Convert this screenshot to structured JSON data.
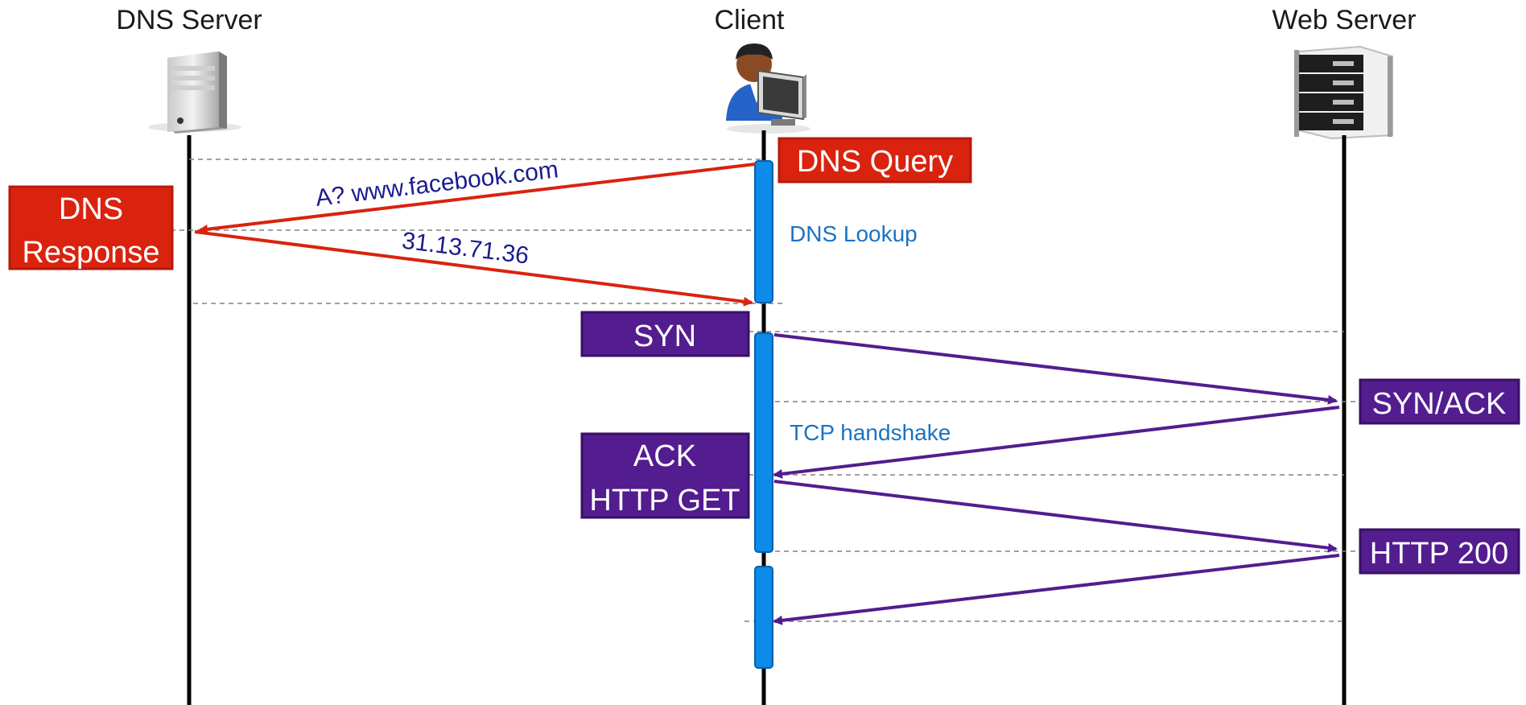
{
  "actors": {
    "dns_server": {
      "title": "DNS Server",
      "icon": "tower-server-icon"
    },
    "client": {
      "title": "Client",
      "icon": "user-at-computer-icon"
    },
    "web_server": {
      "title": "Web Server",
      "icon": "rack-server-icon"
    }
  },
  "boxes": {
    "dns_query": "DNS Query",
    "dns_response": {
      "line1": "DNS",
      "line2": "Response"
    },
    "syn": "SYN",
    "syn_ack": "SYN/ACK",
    "ack_get": {
      "line1": "ACK",
      "line2": "HTTP GET"
    },
    "http_200": "HTTP 200"
  },
  "messages": {
    "dns_query_label": "A? www.facebook.com",
    "dns_answer_label": "31.13.71.36"
  },
  "phases": {
    "dns_lookup": "DNS Lookup",
    "tcp_handshake": "TCP handshake"
  },
  "colors": {
    "dns": "#d9230f",
    "dns_border": "#b51a0a",
    "tcp": "#531c8f",
    "tcp_border": "#3a1166",
    "activation": "#0d8be8",
    "activation_border": "#0a5fa8",
    "phase_text": "#1a73c4",
    "message_text": "#1b1b8f",
    "lifeline": "#000000",
    "guide": "#808080"
  }
}
